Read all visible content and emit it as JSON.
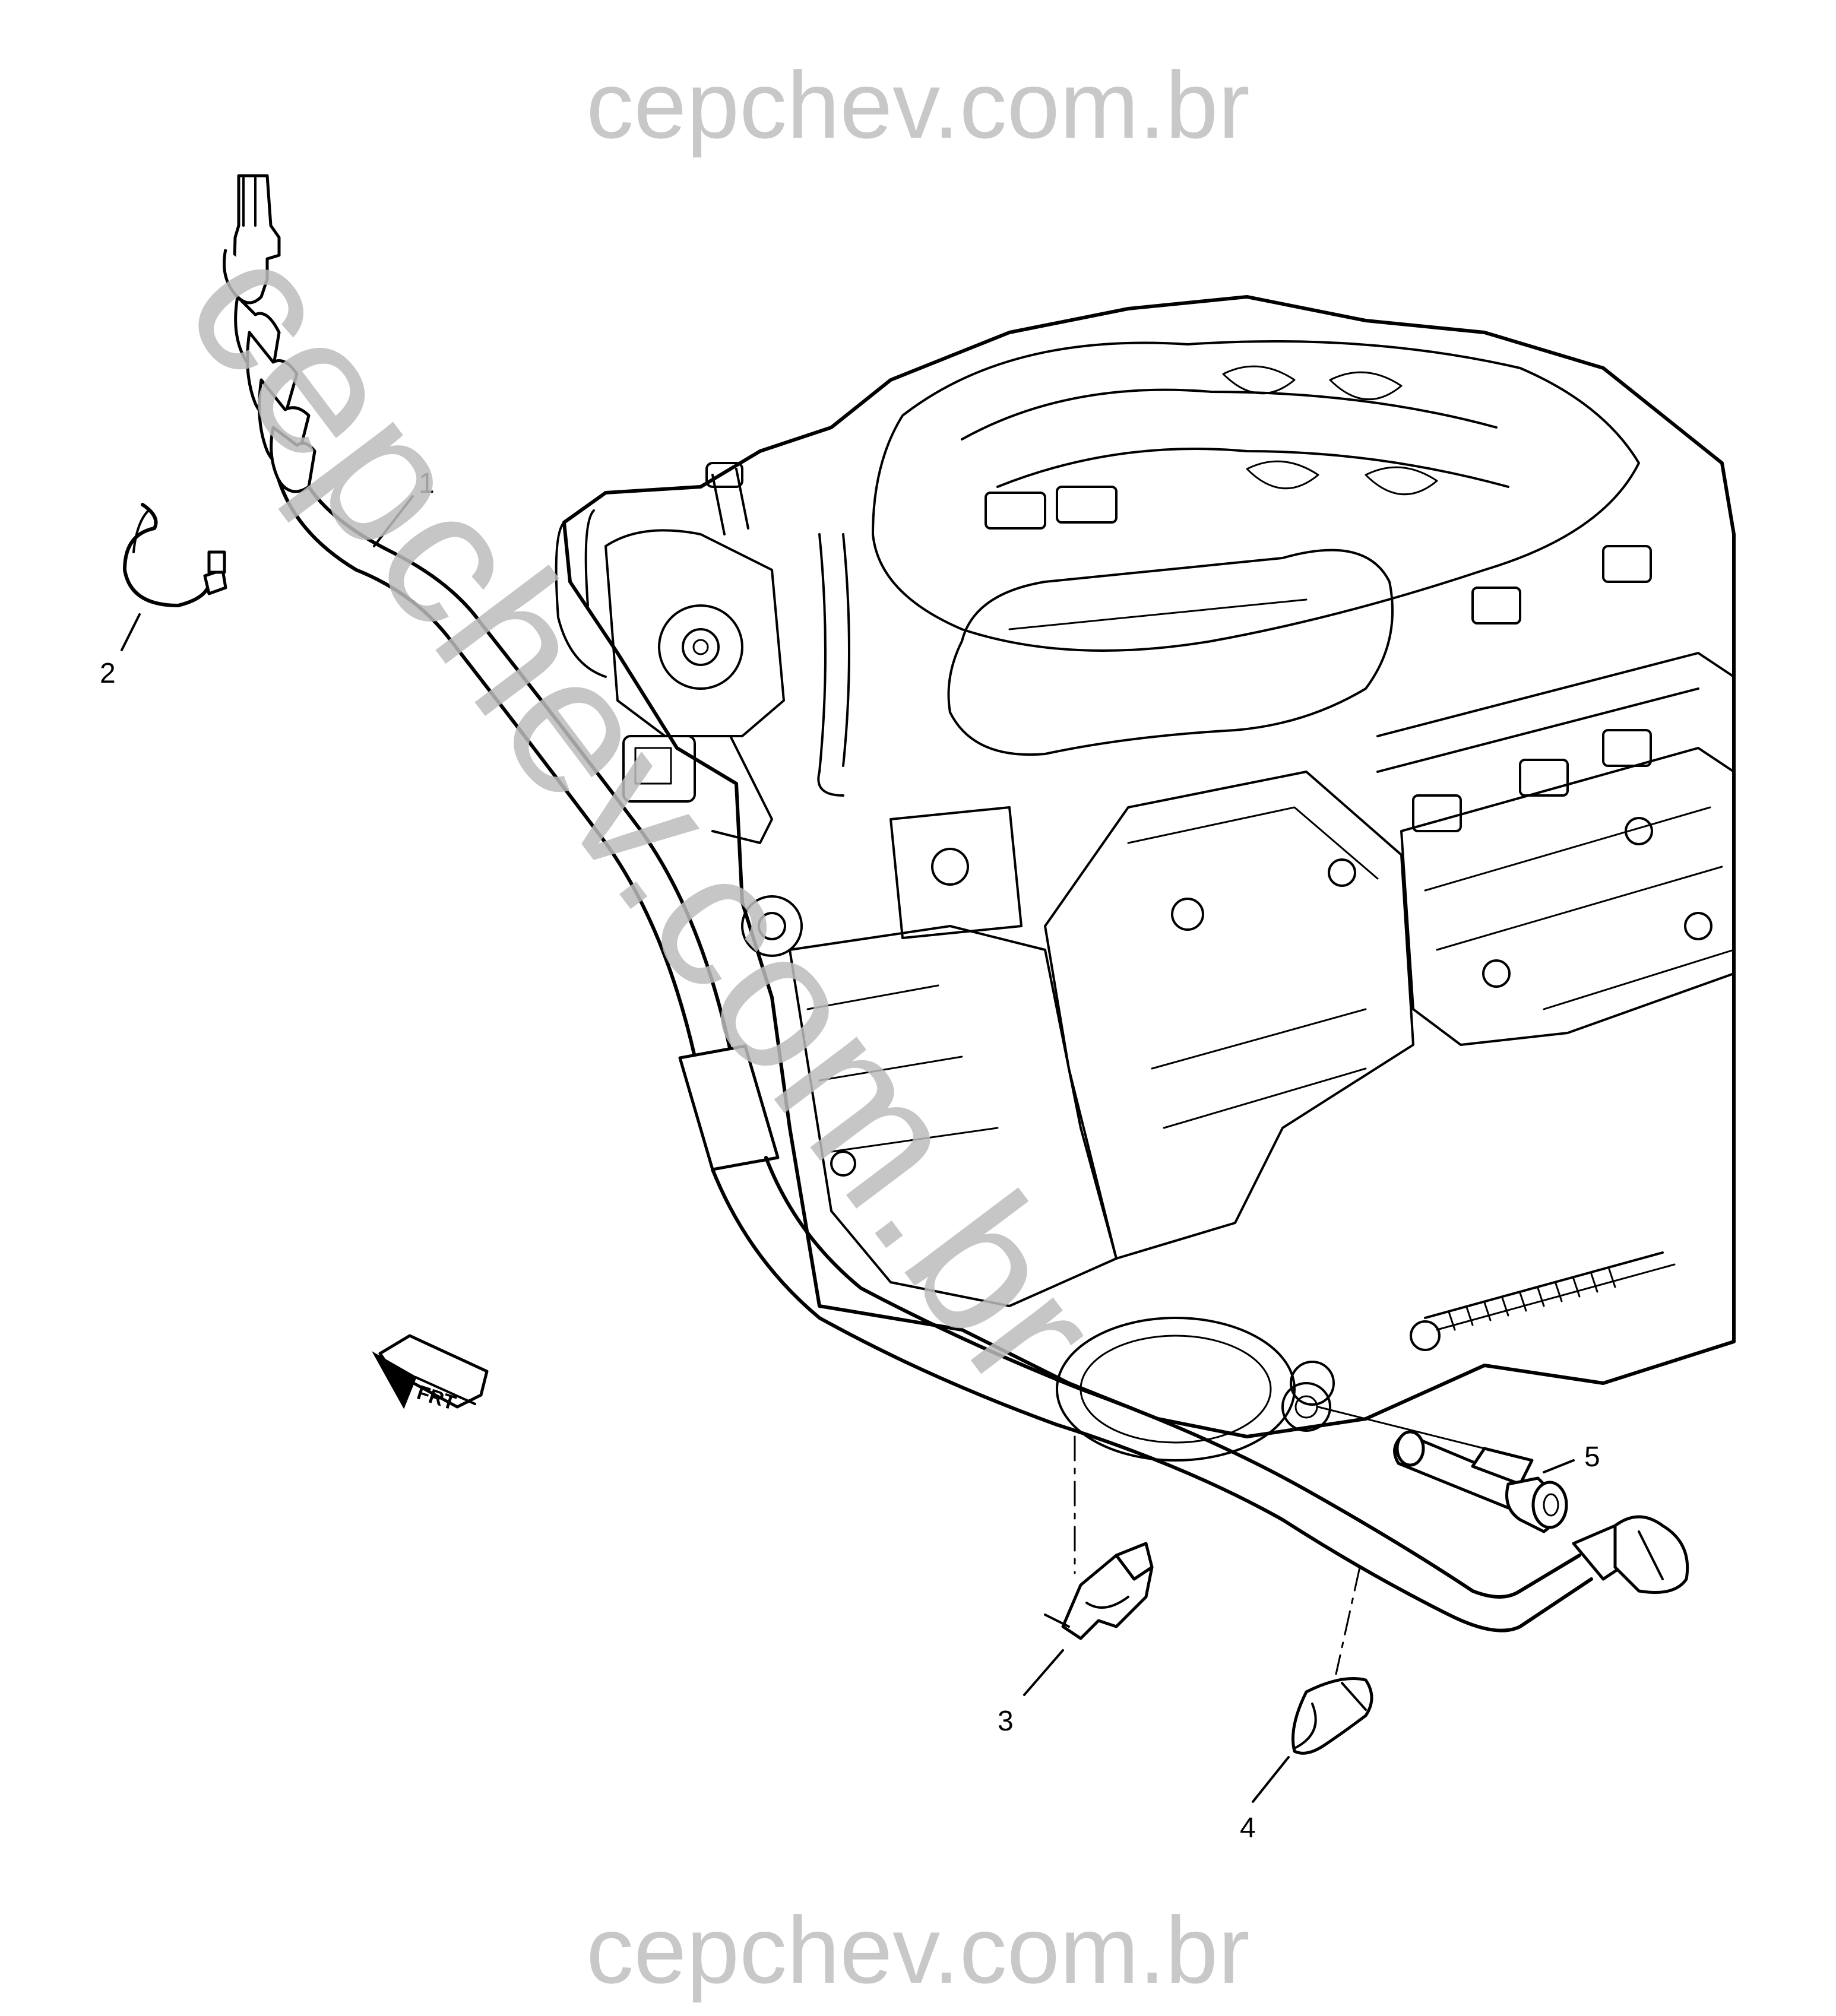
{
  "watermark": {
    "top": "cepchev.com.br",
    "bottom": "cepchev.com.br",
    "diagonal": "cepchev.com.br"
  },
  "direction_label": "FRT",
  "callouts": [
    {
      "number": "1"
    },
    {
      "number": "2"
    },
    {
      "number": "3"
    },
    {
      "number": "4"
    },
    {
      "number": "5"
    }
  ]
}
